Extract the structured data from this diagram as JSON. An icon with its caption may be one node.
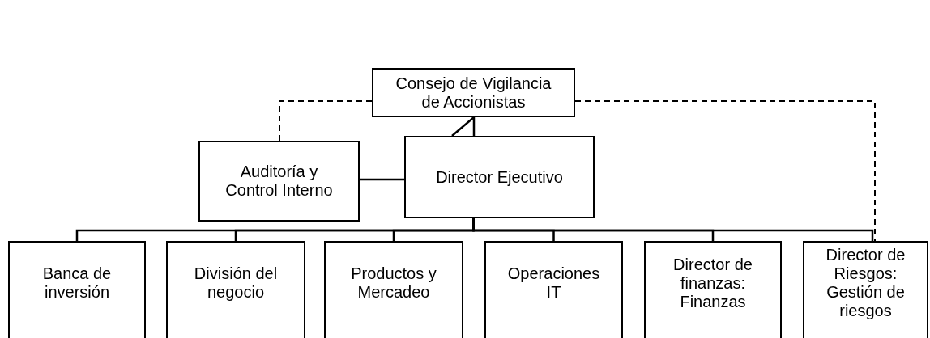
{
  "diagram": {
    "nodes": [
      {
        "text": [
          "Consejo de Vigilancia de Accionistas"
        ]
      },
      {
        "text": [
          "Auditoría y Control Interno"
        ]
      },
      {
        "text": [
          "Director Ejecutivo"
        ]
      },
      {
        "text": [
          "Banca de inversión"
        ]
      },
      {
        "text": [
          "División del negocio"
        ]
      },
      {
        "text": [
          "Productos y Mercadeo"
        ]
      },
      {
        "text": [
          "Operaciones IT"
        ]
      },
      {
        "text": [
          "Director de finanzas: Finanzas"
        ]
      },
      {
        "text": [
          "Director de Riesgos: Gestión de riesgos"
        ]
      }
    ],
    "edges": [
      {
        "from": 0,
        "to": 2,
        "arrow": "none"
      },
      {
        "from": 1,
        "to": 2,
        "arrow": "none"
      },
      {
        "from": 0,
        "to": 1,
        "arrow": "none",
        "style": "dashed"
      },
      {
        "from": 0,
        "to": 8,
        "arrow": "none",
        "style": "dashed"
      },
      {
        "from": 2,
        "to": 3,
        "arrow": "none"
      },
      {
        "from": 2,
        "to": 4,
        "arrow": "none"
      },
      {
        "from": 2,
        "to": 5,
        "arrow": "none"
      },
      {
        "from": 2,
        "to": 6,
        "arrow": "none"
      },
      {
        "from": 2,
        "to": 7,
        "arrow": "none"
      },
      {
        "from": 2,
        "to": 8,
        "arrow": "none"
      }
    ]
  }
}
